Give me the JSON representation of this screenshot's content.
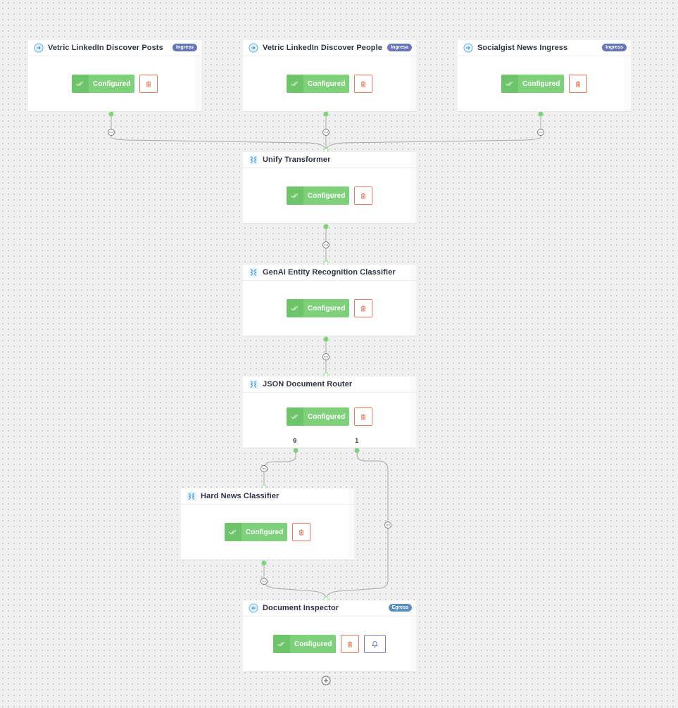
{
  "nodes": {
    "vetric_posts": {
      "title": "Vetric LinkedIn Discover Posts",
      "badge": "Ingress",
      "status": "Configured"
    },
    "vetric_people": {
      "title": "Vetric LinkedIn Discover People",
      "badge": "Ingress",
      "status": "Configured"
    },
    "socialgist": {
      "title": "Socialgist News Ingress",
      "badge": "Ingress",
      "status": "Configured"
    },
    "unify": {
      "title": "Unify Transformer",
      "status": "Configured"
    },
    "genai": {
      "title": "GenAI Entity Recognition Classifier",
      "status": "Configured"
    },
    "router": {
      "title": "JSON Document Router",
      "status": "Configured",
      "ports": [
        "0",
        "1"
      ]
    },
    "hardnews": {
      "title": "Hard News Classifier",
      "status": "Configured"
    },
    "inspector": {
      "title": "Document Inspector",
      "badge": "Egress",
      "status": "Configured"
    }
  },
  "icons": {
    "ingress": "ingress-arrow-icon",
    "transformer": "transformer-icon",
    "egress": "egress-arrow-icon",
    "delete": "trash-icon",
    "notify": "bell-icon",
    "add": "plus-circle-icon",
    "edge_options": "ellipsis-circle-icon"
  },
  "colors": {
    "configured": "#7ed07a",
    "delete_border": "#e07a5a",
    "ingress_badge": "#6774b8",
    "egress_badge": "#5b8fc4",
    "connector": "#8fd88c"
  }
}
